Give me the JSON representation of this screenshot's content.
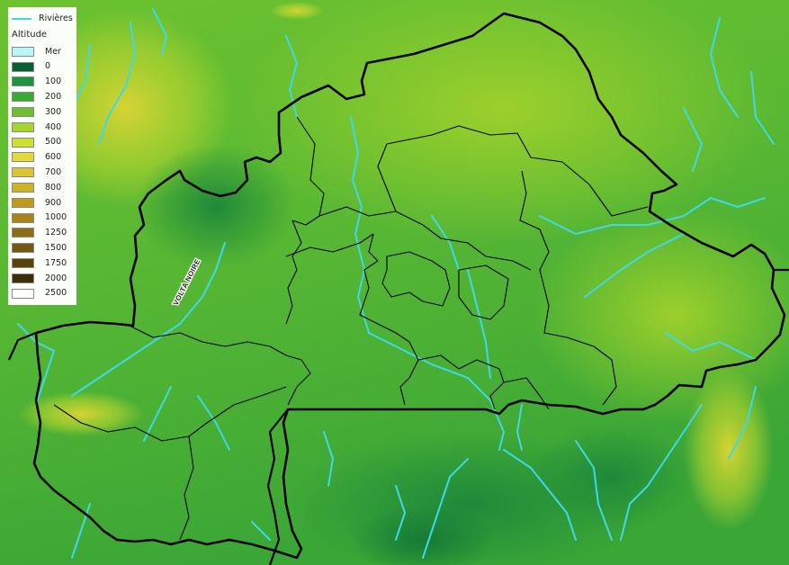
{
  "legend": {
    "river_label": "Rivières",
    "river_color": "#3fd9e6",
    "altitude_title": "Altitude",
    "items": [
      {
        "label": "Mer",
        "color": "#b9f6f6"
      },
      {
        "label": "0",
        "color": "#0b5e34"
      },
      {
        "label": "100",
        "color": "#1d9440"
      },
      {
        "label": "200",
        "color": "#3aaa35"
      },
      {
        "label": "300",
        "color": "#6fbf2f"
      },
      {
        "label": "400",
        "color": "#a6d62c"
      },
      {
        "label": "500",
        "color": "#cde02f"
      },
      {
        "label": "600",
        "color": "#e2d93a"
      },
      {
        "label": "700",
        "color": "#dcc432"
      },
      {
        "label": "800",
        "color": "#cfb128"
      },
      {
        "label": "900",
        "color": "#bf9a1f"
      },
      {
        "label": "1000",
        "color": "#a8841a"
      },
      {
        "label": "1250",
        "color": "#8e6d14"
      },
      {
        "label": "1500",
        "color": "#74560f"
      },
      {
        "label": "1750",
        "color": "#5a420c"
      },
      {
        "label": "2000",
        "color": "#3e2d08"
      },
      {
        "label": "2500",
        "color": "#ffffff"
      }
    ]
  },
  "map": {
    "river_annotation": "VOLTA NOIRE",
    "lowland_color": "#2fa83a",
    "highland_color": "#c9d930",
    "border_color": "#000000"
  }
}
